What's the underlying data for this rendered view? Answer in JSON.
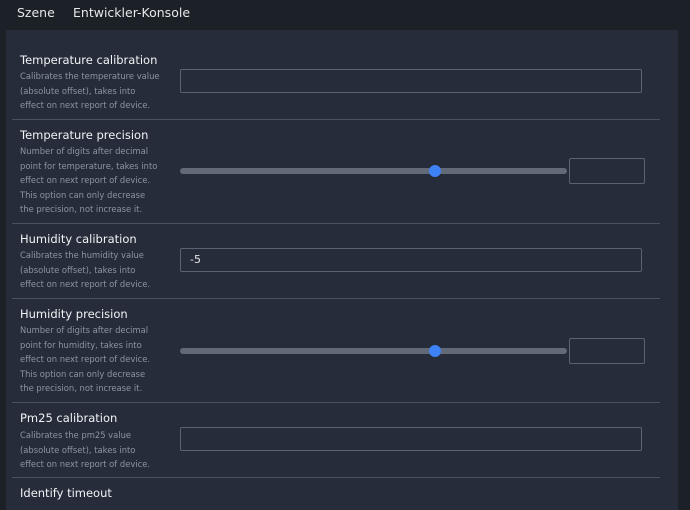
{
  "tabs": [
    "Szene",
    "Entwickler-Konsole"
  ],
  "settings": [
    {
      "title": "Temperature calibration",
      "desc_lines": [
        "Calibrates the temperature value",
        "(absolute offset), takes into",
        "effect on next report of device."
      ],
      "control": "text",
      "value": ""
    },
    {
      "title": "Temperature precision",
      "desc_lines": [
        "Number of digits after decimal",
        "point for temperature, takes into",
        "effect on next report of device.",
        "This option can only decrease",
        "the precision, not increase it."
      ],
      "control": "slider",
      "slider_fraction": 0.66,
      "value": ""
    },
    {
      "title": "Humidity calibration",
      "desc_lines": [
        "Calibrates the humidity value",
        "(absolute offset), takes into",
        "effect on next report of device."
      ],
      "control": "text",
      "value": "-5"
    },
    {
      "title": "Humidity precision",
      "desc_lines": [
        "Number of digits after decimal",
        "point for humidity, takes into",
        "effect on next report of device.",
        "This option can only decrease",
        "the precision, not increase it."
      ],
      "control": "slider",
      "slider_fraction": 0.66,
      "value": ""
    },
    {
      "title": "Pm25 calibration",
      "desc_lines": [
        "Calibrates the pm25 value",
        "(absolute offset), takes into",
        "effect on next report of device."
      ],
      "control": "text",
      "value": ""
    },
    {
      "title": "Identify timeout"
    }
  ],
  "colors": {
    "background": "#1c2027",
    "panel": "#262c3a",
    "accent": "#3d82f6",
    "title_text": "#f1f3f5",
    "desc_text": "#8d94a2",
    "border": "#5b6271"
  }
}
